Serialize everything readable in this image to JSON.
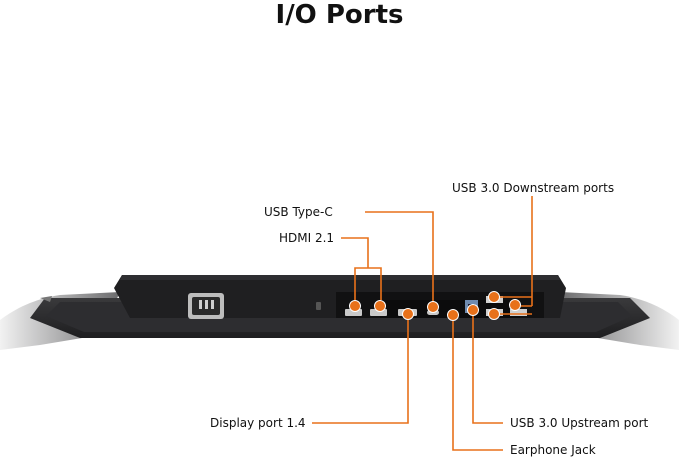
{
  "title": "I/O Ports",
  "labels": {
    "usb_downstream": "USB 3.0 Downstream ports",
    "usb_type_c": "USB Type-C",
    "hdmi": "HDMI 2.1",
    "display_port": "Display port 1.4",
    "usb_upstream": "USB 3.0 Upstream port",
    "earphone": "Earphone Jack"
  },
  "colors": {
    "accent": "#e8711a",
    "monitor_body": "#2a2a2c",
    "port_panel": "#111112",
    "text": "#111111"
  },
  "icons": [
    "power-socket-icon",
    "lock-slot-icon",
    "hdmi-port-icon",
    "displayport-icon",
    "usb-c-port-icon",
    "audio-jack-icon",
    "usb-upstream-port-icon",
    "usb-downstream-port-icon"
  ]
}
